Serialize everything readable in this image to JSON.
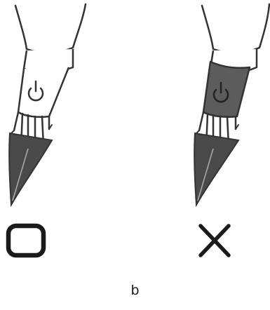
{
  "panel_label": "b",
  "panels": [
    {
      "mark": "correct-mark",
      "shading": "none"
    },
    {
      "mark": "incorrect-mark",
      "shading": "grey-fill"
    }
  ],
  "colors": {
    "line": "#333333",
    "nib": "#4a4a4a",
    "nib_highlight": "#a8a8a8",
    "shading": "#5c5c5c",
    "body_fill": "#ffffff"
  }
}
